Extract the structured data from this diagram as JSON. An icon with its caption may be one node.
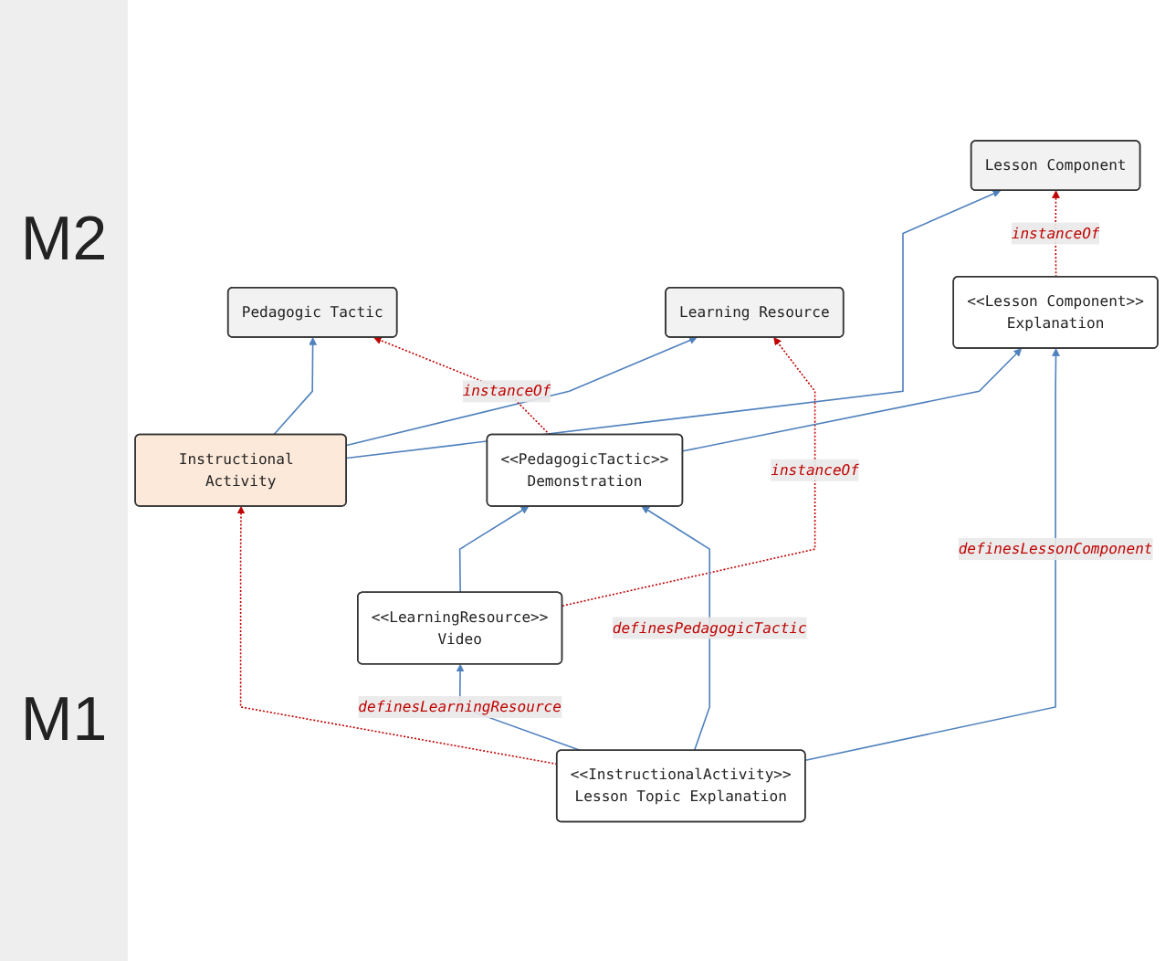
{
  "diagram": {
    "nodes": [
      {
        "text": [
          "Instructional Activity"
        ]
      },
      {
        "text": [
          "Lesson Component"
        ]
      },
      {
        "text": [
          "Pedagogic Tactic"
        ]
      },
      {
        "text": [
          "Learning Resource"
        ]
      },
      {
        "text": [
          "<<Lesson Component>>",
          "Explanation"
        ]
      },
      {
        "text": [
          "<<PedagogicTactic>>",
          "Demonstration"
        ]
      },
      {
        "text": [
          "<<LearningResource>>",
          "Video"
        ]
      },
      {
        "text": [
          "<<InstructionalActivity>>",
          "Lesson Topic Explanation"
        ]
      }
    ],
    "edges": [
      {
        "from": 0,
        "to": 1,
        "arrow": "to"
      },
      {
        "from": 0,
        "to": 2,
        "arrow": "to"
      },
      {
        "from": 0,
        "to": 3,
        "arrow": "to"
      },
      {
        "from": 4,
        "to": 1,
        "arrow": "to",
        "label": "instanceOf",
        "style": "dashed",
        "color": "#c00000"
      },
      {
        "from": 5,
        "to": 2,
        "arrow": "to",
        "label": "instanceOf",
        "style": "dashed",
        "color": "#c00000"
      },
      {
        "from": 6,
        "to": 3,
        "arrow": "to",
        "label": "instanceOf",
        "style": "dashed",
        "color": "#c00000"
      },
      {
        "from": 5,
        "to": 4,
        "arrow": "to"
      },
      {
        "from": 6,
        "to": 5,
        "arrow": "to"
      },
      {
        "from": 7,
        "to": 4,
        "arrow": "to",
        "label": "definesLessonComponent"
      },
      {
        "from": 7,
        "to": 5,
        "arrow": "to",
        "label": "definesPedagogicTactic"
      },
      {
        "from": 7,
        "to": 6,
        "arrow": "to",
        "label": "definesLearningResource"
      },
      {
        "from": 7,
        "to": 0,
        "arrow": "to",
        "style": "dashed",
        "color": "#c00000"
      }
    ],
    "labels": [
      "M2",
      "M1"
    ]
  }
}
